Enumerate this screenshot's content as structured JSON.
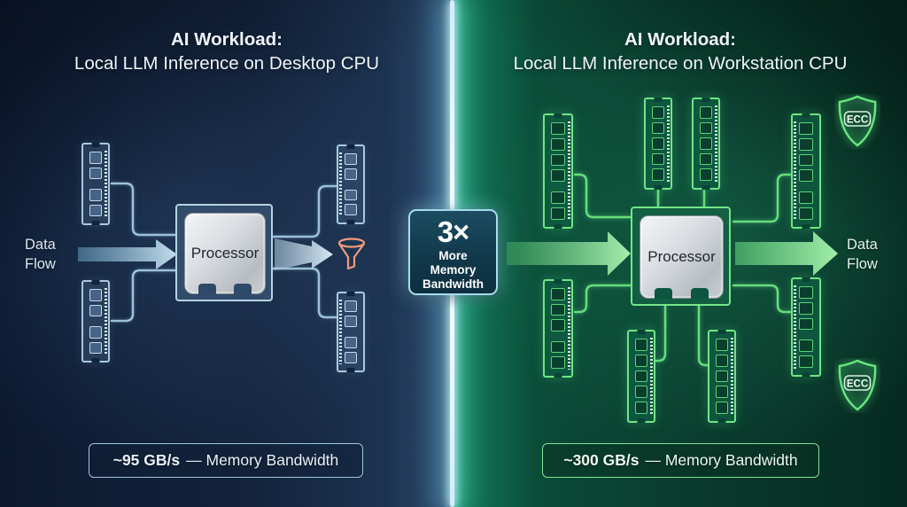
{
  "left_panel": {
    "title_line1": "AI Workload:",
    "title_line2": "Local LLM Inference on Desktop CPU",
    "data_flow_line1": "Data",
    "data_flow_line2": "Flow",
    "processor_label": "Processor",
    "bandwidth_value": "~95 GB/s",
    "bandwidth_label": "— Memory Bandwidth",
    "ram_module_count": 4,
    "icons": {
      "funnel_icon": "bottleneck funnel outline"
    }
  },
  "right_panel": {
    "title_line1": "AI Workload:",
    "title_line2": "Local LLM Inference on Workstation CPU",
    "data_flow_line1": "Data",
    "data_flow_line2": "Flow",
    "processor_label": "Processor",
    "bandwidth_value": "~300 GB/s",
    "bandwidth_label": "— Memory Bandwidth",
    "ram_module_count": 8,
    "ecc_badge_label": "ECC",
    "ecc_badge_count": 2,
    "icons": {
      "ecc_shield_icon": "glowing shield outline with ECC label"
    }
  },
  "center_badge": {
    "multiplier": "3×",
    "line1": "More",
    "line2": "Memory",
    "line3": "Bandwidth"
  },
  "colors": {
    "left_accent": "#9fc6dc",
    "left_background": "#13233c",
    "right_accent": "#70e584",
    "right_background": "#0b4c38",
    "funnel_icon": "#f09a7f",
    "divider_glow": "#ffffff",
    "badge_border": "#a7dcee"
  }
}
